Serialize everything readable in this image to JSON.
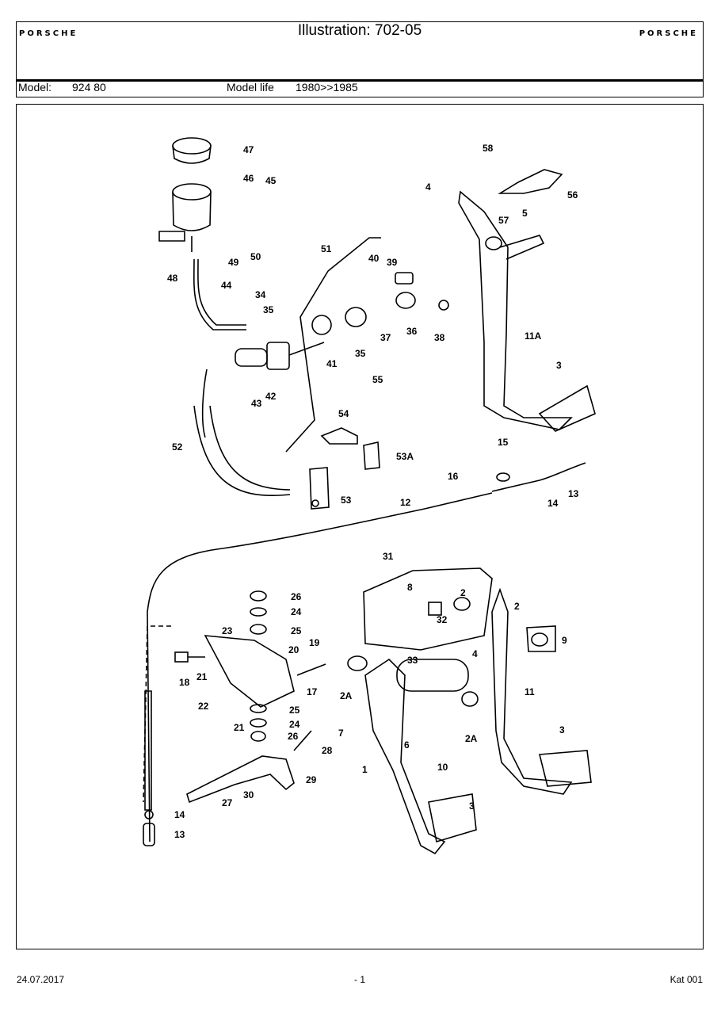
{
  "header": {
    "brand_left": "PORSCHE",
    "brand_right": "PORSCHE",
    "title": "Illustration: 702-05",
    "model_label": "Model:",
    "model_value": "924 80",
    "model_life_label": "Model life",
    "model_life_value": "1980>>1985"
  },
  "diagram": {
    "callouts": [
      "47",
      "46",
      "45",
      "58",
      "4",
      "5",
      "57",
      "56",
      "49",
      "50",
      "48",
      "44",
      "51",
      "40",
      "39",
      "34",
      "35",
      "41",
      "35",
      "37",
      "36",
      "38",
      "11A",
      "3",
      "43",
      "42",
      "55",
      "54",
      "53A",
      "52",
      "15",
      "16",
      "14",
      "13",
      "53",
      "12",
      "31",
      "8",
      "2",
      "2",
      "26",
      "24",
      "25",
      "23",
      "19",
      "20",
      "32",
      "9",
      "33",
      "4",
      "18",
      "21",
      "11",
      "17",
      "2A",
      "22",
      "25",
      "21",
      "24",
      "26",
      "7",
      "6",
      "2A",
      "3",
      "10",
      "28",
      "29",
      "27",
      "30",
      "1",
      "3",
      "14",
      "13"
    ]
  },
  "footer": {
    "date": "24.07.2017",
    "page": "- 1",
    "catalog": "Kat 001"
  }
}
